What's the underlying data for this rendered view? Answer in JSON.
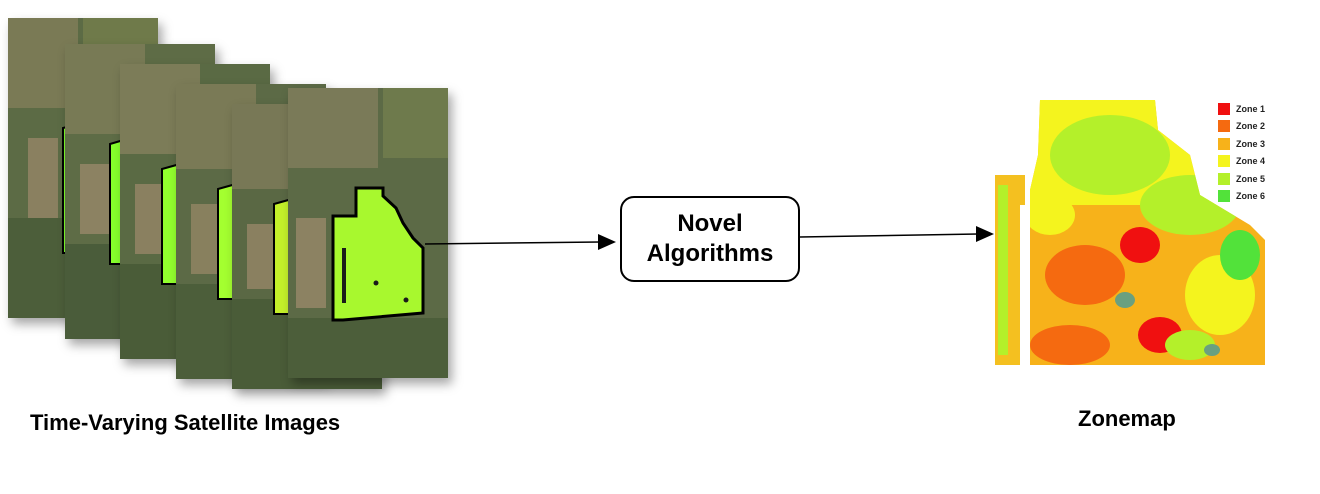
{
  "left_caption": "Time-Varying Satellite Images",
  "process": {
    "line1": "Novel",
    "line2": "Algorithms"
  },
  "right_caption": "Zonemap",
  "legend": [
    {
      "label": "Zone 1",
      "color": "#f01010"
    },
    {
      "label": "Zone 2",
      "color": "#f56a10"
    },
    {
      "label": "Zone 3",
      "color": "#f7b21a"
    },
    {
      "label": "Zone 4",
      "color": "#f4f41e"
    },
    {
      "label": "Zone 5",
      "color": "#b4f02a"
    },
    {
      "label": "Zone 6",
      "color": "#52e23a"
    }
  ]
}
